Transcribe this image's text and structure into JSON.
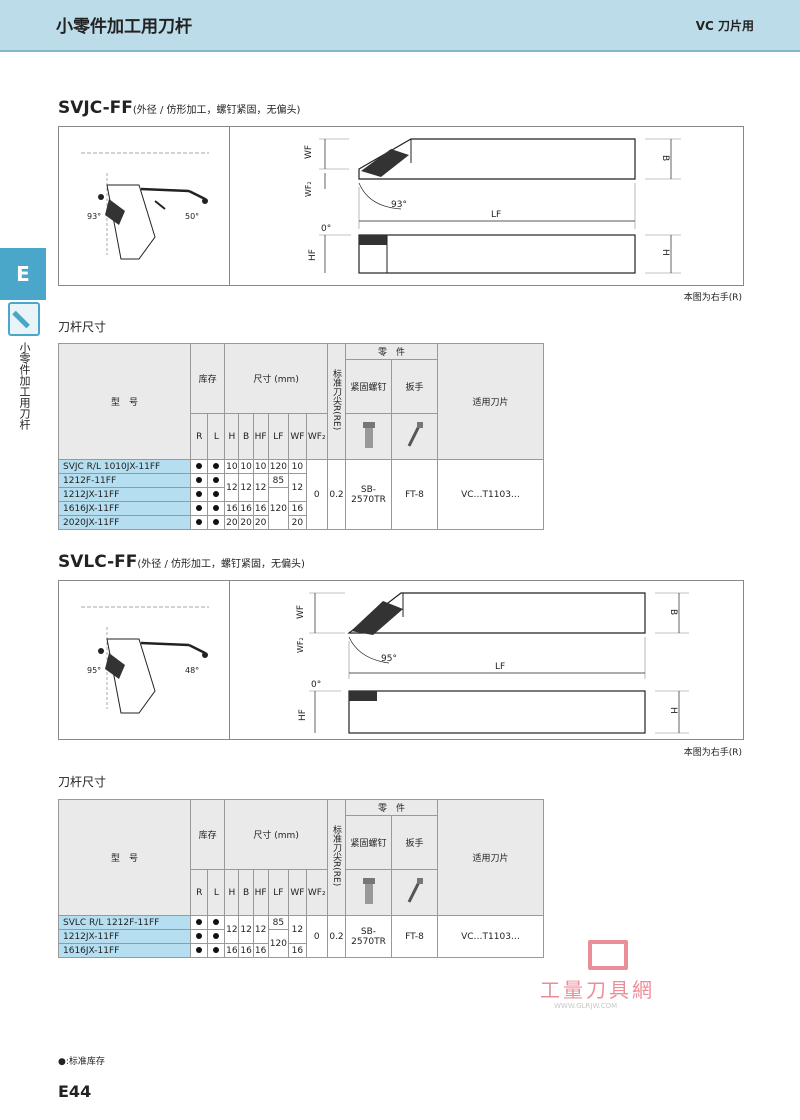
{
  "header": {
    "title": "小零件加工用刀杆",
    "right": "VC 刀片用"
  },
  "side": {
    "tab": "E",
    "label": "小零件加工用刀杆",
    "icon": "holder-icon"
  },
  "sections": [
    {
      "code": "SVJC-FF",
      "subtitle": "(外径 / 仿形加工，螺钉紧固，无偏头)",
      "note": "本图为右手(R)",
      "table_title": "刀杆尺寸",
      "left_angles": [
        "93°",
        "50°"
      ],
      "dims": {
        "wf": "WF",
        "wf2": "WF₂",
        "b": "B",
        "angle": "93°",
        "lf": "LF",
        "zero": "0°",
        "hf": "HF",
        "h": "H"
      },
      "table": {
        "h_model": "型　号",
        "h_stock": "库存",
        "h_size": "尺寸 (mm)",
        "h_re": "标准刀尖R(RE)",
        "h_parts": "零　件",
        "h_screw": "紧固螺钉",
        "h_wrench": "扳手",
        "h_insert": "适用刀片",
        "cols": [
          "R",
          "L",
          "H",
          "B",
          "HF",
          "LF",
          "WF",
          "WF₂"
        ],
        "prefix": "SVJC R/L",
        "rows": [
          {
            "model": "1010JX-11FF",
            "H": "10",
            "B": "10",
            "HF": "10",
            "LF": "120",
            "WF": "10"
          },
          {
            "model": "1212F-11FF",
            "H": "12",
            "B": "12",
            "HF": "12",
            "LF": "85",
            "WF": "12"
          },
          {
            "model": "1212JX-11FF",
            "H": "",
            "B": "",
            "HF": "",
            "LF": "",
            "WF": ""
          },
          {
            "model": "1616JX-11FF",
            "H": "16",
            "B": "16",
            "HF": "16",
            "LF": "120",
            "WF": "16"
          },
          {
            "model": "2020JX-11FF",
            "H": "20",
            "B": "20",
            "HF": "20",
            "LF": "",
            "WF": "20"
          }
        ],
        "wf2": "0",
        "re": "0.2",
        "screw": "SB-2570TR",
        "wrench": "FT-8",
        "insert": "VC…T1103…"
      }
    },
    {
      "code": "SVLC-FF",
      "subtitle": "(外径 / 仿形加工，螺钉紧固，无偏头)",
      "note": "本图为右手(R)",
      "table_title": "刀杆尺寸",
      "left_angles": [
        "95°",
        "48°"
      ],
      "dims": {
        "wf": "WF",
        "wf2": "WF₂",
        "b": "B",
        "angle": "95°",
        "lf": "LF",
        "zero": "0°",
        "hf": "HF",
        "h": "H"
      },
      "table": {
        "h_model": "型　号",
        "h_stock": "库存",
        "h_size": "尺寸 (mm)",
        "h_re": "标准刀尖R(RE)",
        "h_parts": "零　件",
        "h_screw": "紧固螺钉",
        "h_wrench": "扳手",
        "h_insert": "适用刀片",
        "cols": [
          "R",
          "L",
          "H",
          "B",
          "HF",
          "LF",
          "WF",
          "WF₂"
        ],
        "prefix": "SVLC R/L",
        "rows": [
          {
            "model": "1212F-11FF",
            "H": "12",
            "B": "12",
            "HF": "12",
            "LF": "85",
            "WF": "12"
          },
          {
            "model": "1212JX-11FF"
          },
          {
            "model": "1616JX-11FF",
            "H": "16",
            "B": "16",
            "HF": "16",
            "LF": "120",
            "WF": "16"
          }
        ],
        "wf2": "0",
        "re": "0.2",
        "screw": "SB-2570TR",
        "wrench": "FT-8",
        "insert": "VC…T1103…"
      }
    }
  ],
  "legend": "●:标准库存",
  "page_no": "E44",
  "watermark": {
    "text": "工量刀具網",
    "url": "WWW.GLRJW.COM"
  }
}
